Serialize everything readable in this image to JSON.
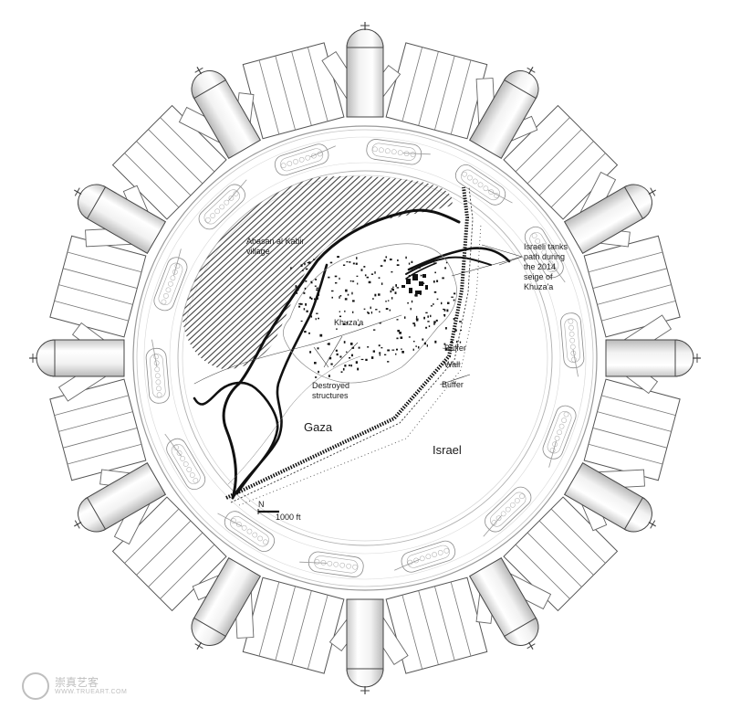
{
  "map": {
    "labels": {
      "abasan": [
        "Abasan al Kabir",
        "village"
      ],
      "khuzaa": "Khuza'a",
      "destroyed": [
        "Destroyed",
        "structures"
      ],
      "tanks": [
        "Israeli tanks",
        "path during",
        "the 2014",
        "seige of",
        "Khuza'a"
      ],
      "buffer_top": "Buffer",
      "wall": "Wall",
      "buffer_bottom": "Buffer",
      "gaza": "Gaza",
      "israel": "Israel",
      "north": "N",
      "scale": "1000 ft"
    }
  },
  "ring": {
    "tower_count": 12,
    "panel_group_count": 12
  },
  "watermark": {
    "text": "崇真艺客",
    "subtext": "WWW.TRUEART.COM"
  }
}
